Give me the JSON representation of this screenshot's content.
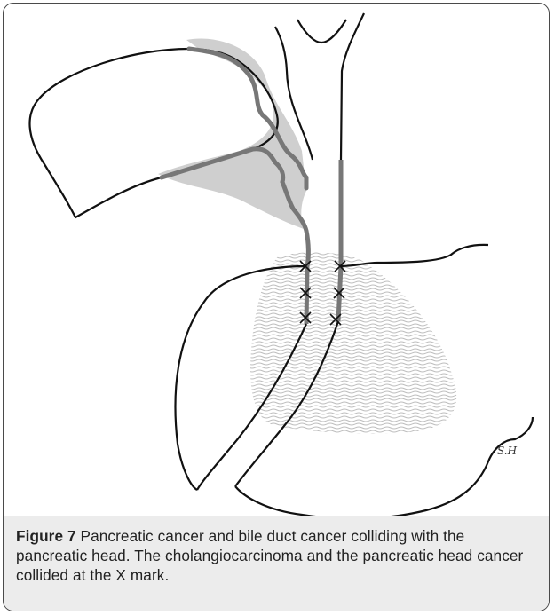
{
  "figure": {
    "label": "Figure 7",
    "caption": " Pancreatic cancer and bile duct cancer colliding with the pancreatic head. The cholangiocarcinoma and the pancreatic head cancer collided at the X mark.",
    "signature": "S.H",
    "collision_marks": [
      {
        "side": "left",
        "symbol": "×"
      },
      {
        "side": "left",
        "symbol": "×"
      },
      {
        "side": "left",
        "symbol": "×"
      },
      {
        "side": "right",
        "symbol": "×"
      },
      {
        "side": "right",
        "symbol": "×"
      },
      {
        "side": "right",
        "symbol": "×"
      }
    ],
    "colors": {
      "outline": "#111111",
      "duct_wall": "#7a7a7a",
      "tumor_shadow": "#cfcfcf",
      "pancreatic_tumor_wave": "#bdbdbd",
      "caption_bg": "#ececec"
    }
  }
}
